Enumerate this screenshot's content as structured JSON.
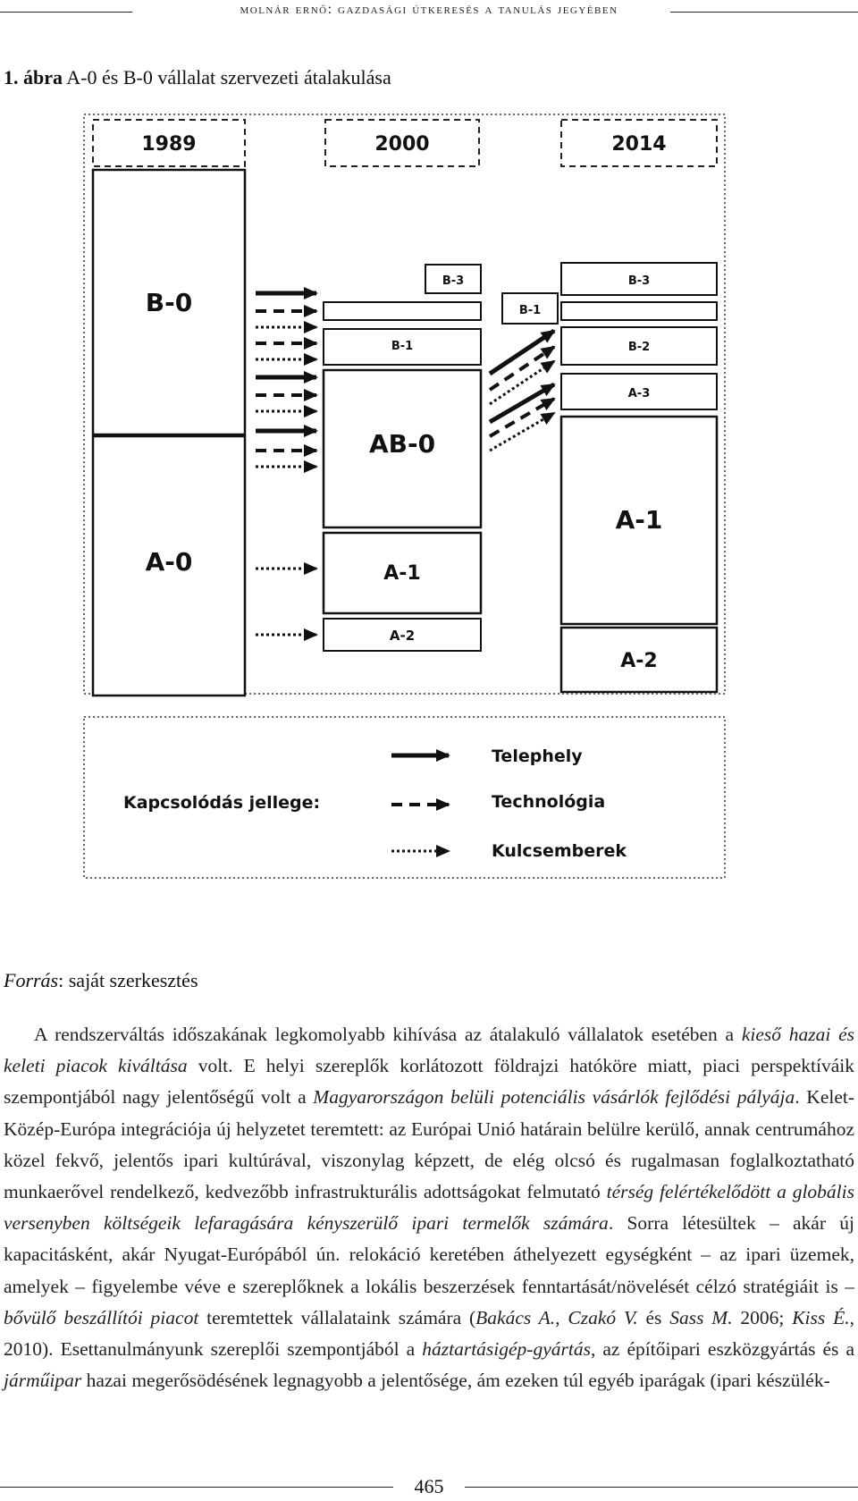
{
  "header": {
    "running_title": "molnár ernő: gazdasági útkeresés a tanulás jegyében"
  },
  "figure": {
    "caption_number": "1. ábra",
    "caption_text": "A-0 és B-0 vállalat szervezeti átalakulása",
    "years": [
      "1989",
      "2000",
      "2014"
    ],
    "boxes_1989": [
      "B-0",
      "A-0"
    ],
    "boxes_2000": [
      "B-3",
      "B-1",
      "AB-0",
      "A-1",
      "A-2"
    ],
    "box_2000_b1_small": "B-1",
    "boxes_2014": [
      "B-3",
      "B-2",
      "A-3",
      "A-1",
      "A-2"
    ],
    "legend": {
      "title": "Kapcsolódás jellege:",
      "items": [
        "Telephely",
        "Technológia",
        "Kulcsemberek"
      ]
    }
  },
  "source": {
    "label": "Forrás",
    "text": ": saját szerkesztés"
  },
  "body": {
    "p1_a": "A rendszerváltás időszakának legkomolyabb kihívása az átalakuló vállalatok esetében a ",
    "p1_i1": "kieső hazai és keleti piacok kiváltása",
    "p1_b": " volt. E helyi szereplők korlátozott földrajzi hatóköre miatt, piaci perspektíváik szempontjából nagy jelentőségű volt a ",
    "p1_i2": "Magyarországon belüli potenciális vásárlók fejlődési pályája",
    "p1_c": ". Kelet-Közép-Európa integrációja új helyzetet teremtett: az Európai Unió határain belülre kerülő, annak centrumához közel fekvő, jelentős ipari kultúrával, viszonylag képzett, de elég olcsó és rugalmasan foglalkoztatható munkaerővel rendelkező, kedvezőbb infrastrukturális adottságokat felmutató ",
    "p1_i3": "térség felértékelődött a globális versenyben költségeik lefaragására kényszerülő ipari termelők számára",
    "p1_d": ". Sorra létesültek – akár új kapacitásként, akár Nyugat-Európából ún. relokáció keretében áthelyezett egységként – az ipari üzemek, amelyek – figyelembe véve e szereplőknek a lokális beszerzések fenntartását/növelését célzó stratégiáit is – ",
    "p1_i4": "bővülő beszállítói piacot",
    "p1_e": " teremtettek vállalataink számára (",
    "p1_i5": "Bakács A., Czakó V.",
    "p1_f": " és ",
    "p1_i6": "Sass M.",
    "p1_g": " 2006; ",
    "p1_i7": "Kiss É.",
    "p1_h": ", 2010). Esettanulmányunk szereplői szempontjából a ",
    "p1_i8": "háztartásigép-gyártás",
    "p1_j": ", az építőipari eszközgyártás és a ",
    "p1_i9": "járműipar",
    "p1_k": " hazai megerősödésének legnagyobb a jelentősége, ám ezeken túl egyéb iparágak (ipari készülék-"
  },
  "footer": {
    "page_number": "465"
  }
}
